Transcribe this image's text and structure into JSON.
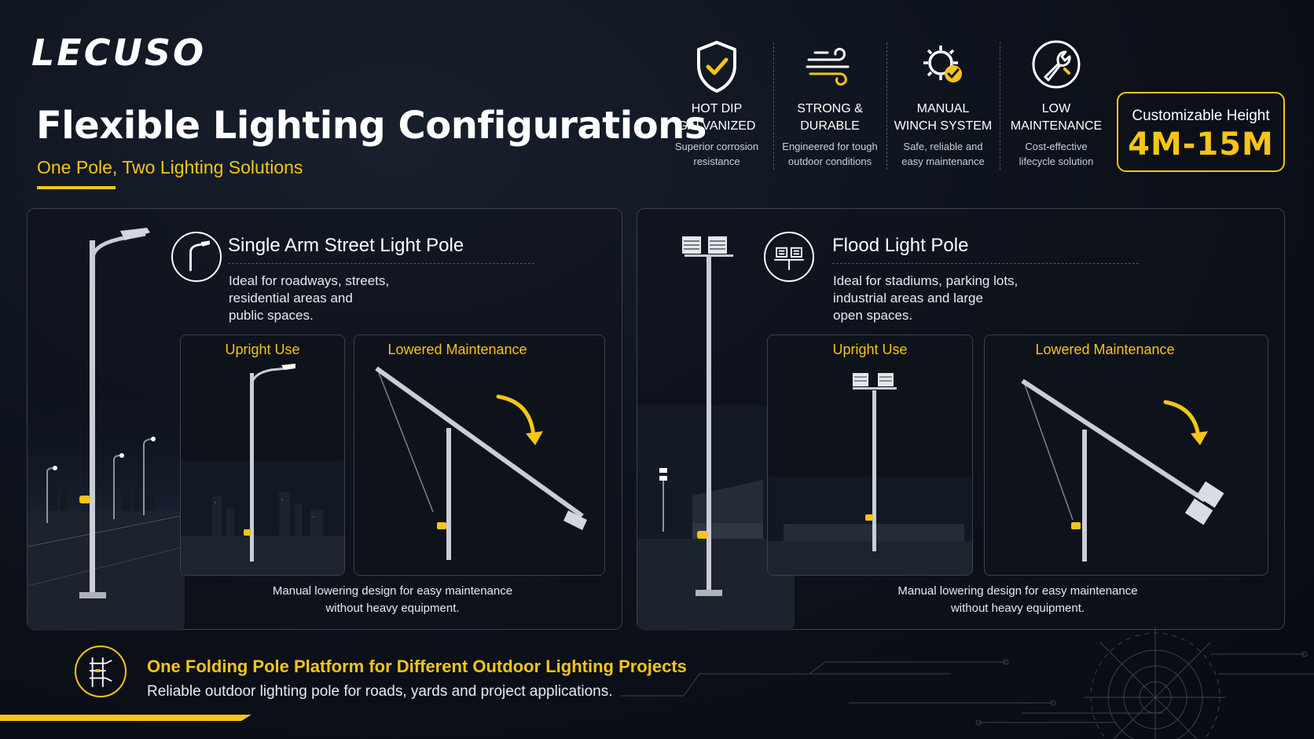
{
  "brand": {
    "logo": "LECUSO"
  },
  "header": {
    "title": "Flexible Lighting Configurations",
    "subtitle": "One Pole, Two Lighting Solutions"
  },
  "features": [
    {
      "icon": "shield-check-icon",
      "title": "HOT DIP\nGALVANIZED",
      "desc": "Superior corrosion\nresistance"
    },
    {
      "icon": "wind-icon",
      "title": "STRONG &\nDURABLE",
      "desc": "Engineered for tough\noutdoor conditions"
    },
    {
      "icon": "gear-check-icon",
      "title": "MANUAL\nWINCH SYSTEM",
      "desc": "Safe, reliable and\neasy maintenance"
    },
    {
      "icon": "wrench-icon",
      "title": "LOW\nMAINTENANCE",
      "desc": "Cost-effective\nlifecycle solution"
    }
  ],
  "height_box": {
    "label": "Customizable Height",
    "value": "4M-15M"
  },
  "panels": [
    {
      "icon": "street-light-icon",
      "title": "Single Arm Street Light Pole",
      "desc": "Ideal for roadways, streets,\nresidential areas and\npublic spaces.",
      "upright_label": "Upright Use",
      "lowered_label": "Lowered Maintenance",
      "caption": "Manual lowering design for easy maintenance\nwithout heavy equipment."
    },
    {
      "icon": "flood-light-icon",
      "title": "Flood Light Pole",
      "desc": "Ideal for stadiums, parking lots,\nindustrial areas and large\nopen spaces.",
      "upright_label": "Upright Use",
      "lowered_label": "Lowered Maintenance",
      "caption": "Manual lowering design for easy maintenance\nwithout heavy equipment."
    }
  ],
  "footer": {
    "icon": "folding-pole-icon",
    "title": "One Folding Pole Platform for Different Outdoor Lighting Projects",
    "desc": "Reliable outdoor lighting pole for roads, yards and project applications."
  },
  "colors": {
    "accent": "#f5c518",
    "background": "#0c111a",
    "pole": "#c9ced6"
  }
}
